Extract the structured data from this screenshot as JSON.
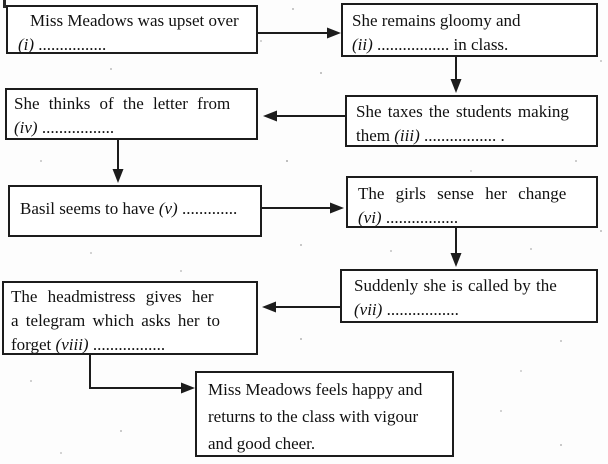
{
  "figure": {
    "type": "flow-chart",
    "subject": "Miss Meadows story sequence with blanks",
    "colors": {
      "line": "#1c1c1c",
      "background": "#fdfdfd",
      "box_background": "#ffffff"
    },
    "boxes": {
      "b1": {
        "l1": "Miss Meadows was upset over",
        "num": "(i)",
        "post": " ................"
      },
      "b2": {
        "l1": "She remains gloomy and",
        "num": "(ii)",
        "post": " ................. in class."
      },
      "b3": {
        "l1": "She taxes the students making",
        "pre": "them ",
        "num": "(iii)",
        "post": " ................. ."
      },
      "b4": {
        "l1": "She thinks of the letter from",
        "num": "(iv)",
        "post": " ................."
      },
      "b5": {
        "pre": "Basil seems to have ",
        "num": "(v)",
        "post": " ............."
      },
      "b6": {
        "l1": "The girls sense her change",
        "num": "(vi)",
        "post": " ................."
      },
      "b7": {
        "l1": "Suddenly she is called by the",
        "num": "(vii)",
        "post": " ................."
      },
      "b8": {
        "l1": "The headmistress gives her",
        "l2": "a telegram which asks her to",
        "pre": "forget ",
        "num": "(viii)",
        "post": " ................."
      },
      "b9": {
        "l1": "Miss Meadows feels happy and",
        "l2": "returns to the class with vigour",
        "l3": "and good cheer."
      }
    },
    "connections": [
      {
        "from": "b1",
        "to": "b2"
      },
      {
        "from": "b2",
        "to": "b3"
      },
      {
        "from": "b3",
        "to": "b4"
      },
      {
        "from": "b4",
        "to": "b5"
      },
      {
        "from": "b5",
        "to": "b6"
      },
      {
        "from": "b6",
        "to": "b7"
      },
      {
        "from": "b7",
        "to": "b8"
      },
      {
        "from": "b8",
        "to": "b9"
      }
    ]
  }
}
